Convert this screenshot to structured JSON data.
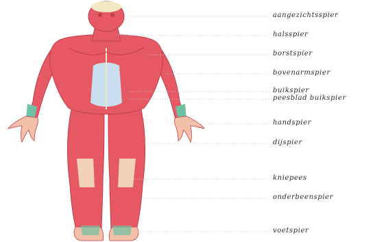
{
  "labels": [
    {
      "text": "aangezichtsspier"
    },
    {
      "text": "halsspier"
    },
    {
      "text": "borstspier"
    },
    {
      "text": "bovenarmspier"
    },
    {
      "text": "buikspier"
    },
    {
      "text": "peesblad buikspier"
    },
    {
      "text": "handspier"
    },
    {
      "text": "dijspier"
    },
    {
      "text": "kniepees"
    },
    {
      "text": "onderbeenspier"
    },
    {
      "text": "voetspier"
    }
  ],
  "colors": {
    "muscle": "#e65964",
    "muscle_dark": "#c23e4c",
    "tendon": "#f3e8c4",
    "fascia": "#c9dff0",
    "hand_tendon": "#6fc1a3",
    "leader_line": "#c8c8c8"
  }
}
